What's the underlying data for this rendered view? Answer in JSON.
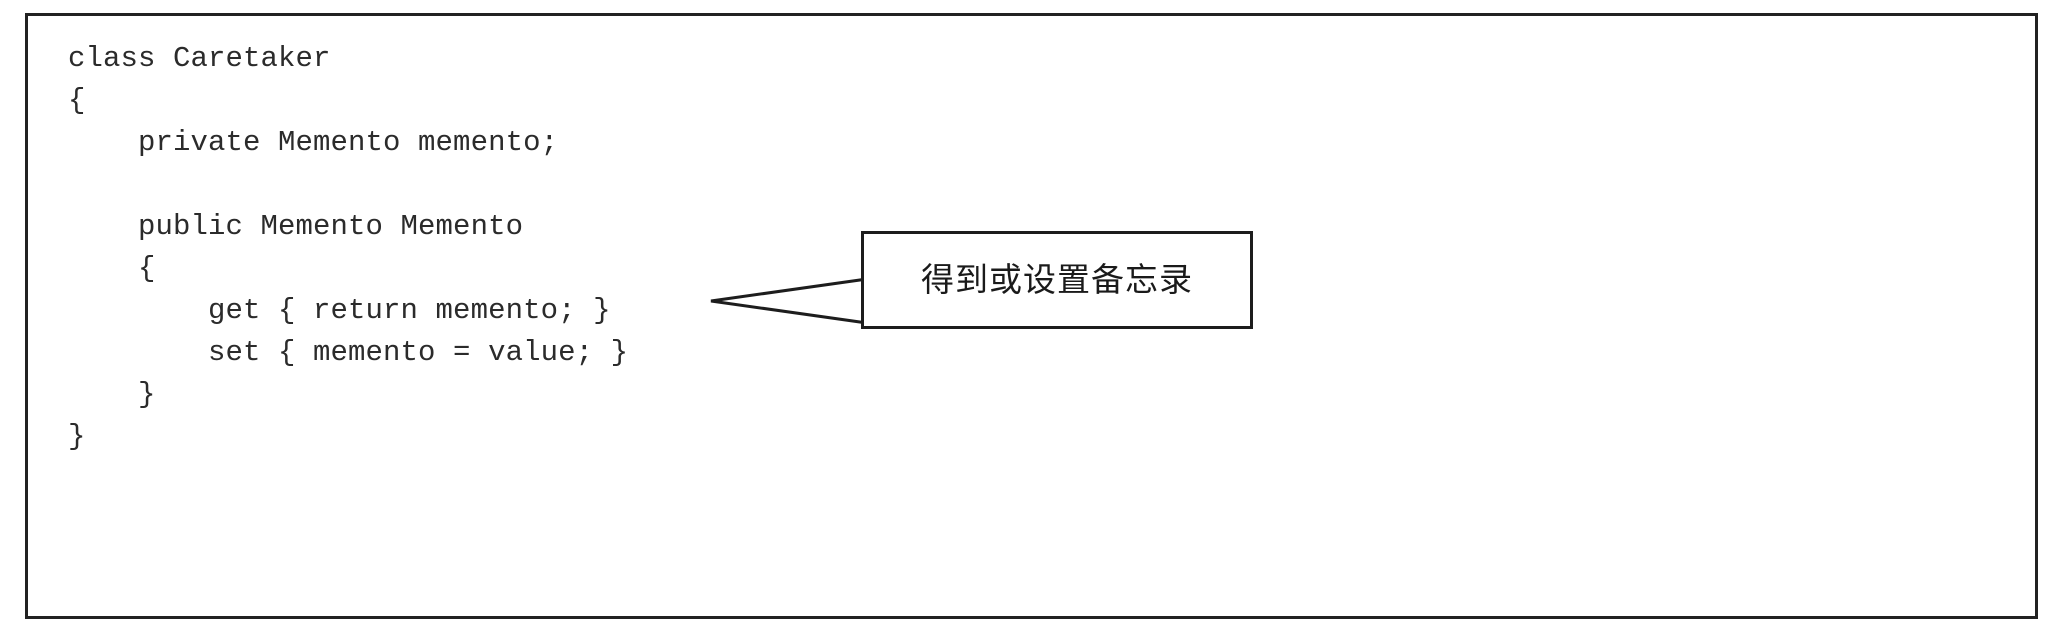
{
  "figure": {
    "kind": "code-listing-with-callout",
    "language": "C#",
    "frame_border_color": "#222222",
    "background_color": "#ffffff",
    "text_color": "#2b2b2b"
  },
  "code": {
    "lines": [
      "class Caretaker",
      "{",
      "    private Memento memento;",
      "",
      "    public Memento Memento",
      "    {",
      "        get { return memento; }",
      "        set { memento = value; }",
      "    }",
      "}"
    ]
  },
  "callout": {
    "text": "得到或设置备忘录",
    "border_color": "#1d1d1d",
    "fill_color": "#ffffff",
    "points_to_line": "public Memento Memento"
  }
}
